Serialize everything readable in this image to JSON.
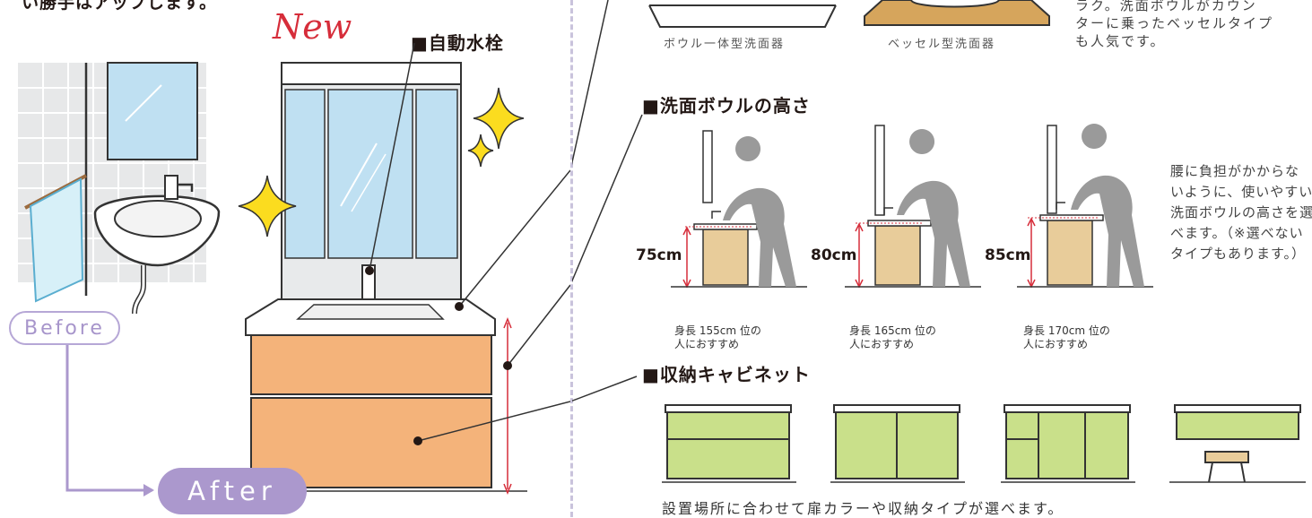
{
  "intro": {
    "text": "い勝手はアップします。"
  },
  "new_label": "New",
  "faucet_label": "■自動水栓",
  "before_label": "Before",
  "after_label": "After",
  "sink_types": {
    "left_caption": "ボウル一体型洗面器",
    "right_caption": "ベッセル型洗面器",
    "note_lines": [
      "ラク。洗面ボウルがカウン",
      "ターに乗ったベッセルタイプ",
      "も人気です。"
    ]
  },
  "bowl_height": {
    "title": "■洗面ボウルの高さ",
    "items": [
      {
        "height": "75cm",
        "note_line1": "身長 155cm 位の",
        "note_line2": "人におすすめ"
      },
      {
        "height": "80cm",
        "note_line1": "身長 165cm 位の",
        "note_line2": "人におすすめ"
      },
      {
        "height": "85cm",
        "note_line1": "身長 170cm 位の",
        "note_line2": "人におすすめ"
      }
    ],
    "side_note": "腰に負担がかからないように、使いやすい洗面ボウルの高さを選べます。（※選べないタイプもあります。）"
  },
  "cabinet": {
    "title": "■収納キャビネット",
    "note": "設置場所に合わせて扉カラーや収納タイプが選べます。"
  },
  "colors": {
    "accent_red": "#d62d3a",
    "lavender": "#ab98cd",
    "cabinet_orange": "#f4b37a",
    "cabinet_green": "#c9e08a",
    "mirror_blue": "#bfe0f2",
    "spark_yellow": "#fbdc1f"
  }
}
